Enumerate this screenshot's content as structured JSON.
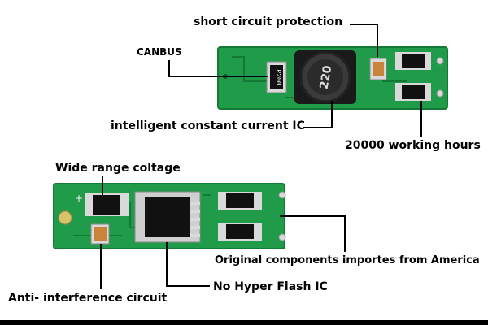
{
  "labels": {
    "short_circuit": "short circuit protection",
    "canbus": "CANBUS",
    "ic": "intelligent constant current IC",
    "hours": "20000 working hours",
    "wide_range": "Wide range coltage",
    "original": "Original components importes from America",
    "hyper_flash": "No Hyper Flash IC",
    "anti_interference": "Anti- interference circuit"
  },
  "components": {
    "resistor_marking": "R200",
    "inductor_marking": "220",
    "polarity_mark": "+"
  },
  "colors": {
    "pcb": "#1f9b4a",
    "pcb_dark": "#137a36",
    "chip": "#111111",
    "pad": "#d9d9d9",
    "capacitor": "#c8843a",
    "bottom_bar": "#000000"
  }
}
